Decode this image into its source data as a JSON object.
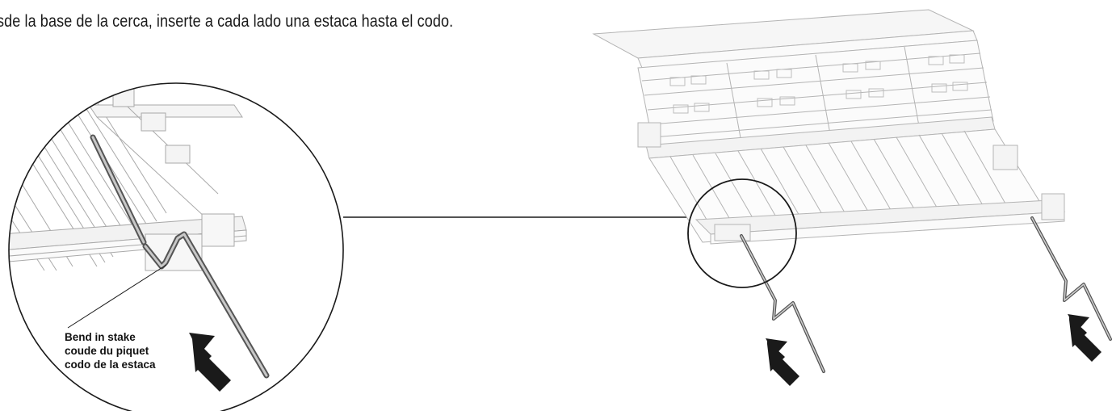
{
  "instruction": "sde la base de la cerca, inserte a cada lado una estaca hasta el codo.",
  "callout": {
    "label_en": "Bend in stake",
    "label_fr": "coude du piquet",
    "label_es": "codo de la estaca"
  },
  "colors": {
    "line": "#1a1a1a",
    "fence_stroke": "#b4b4b4",
    "stake": "#555555",
    "arrow": "#1a1a1a"
  },
  "icons": {
    "insert_arrow": "up-right-block-arrow-icon"
  }
}
